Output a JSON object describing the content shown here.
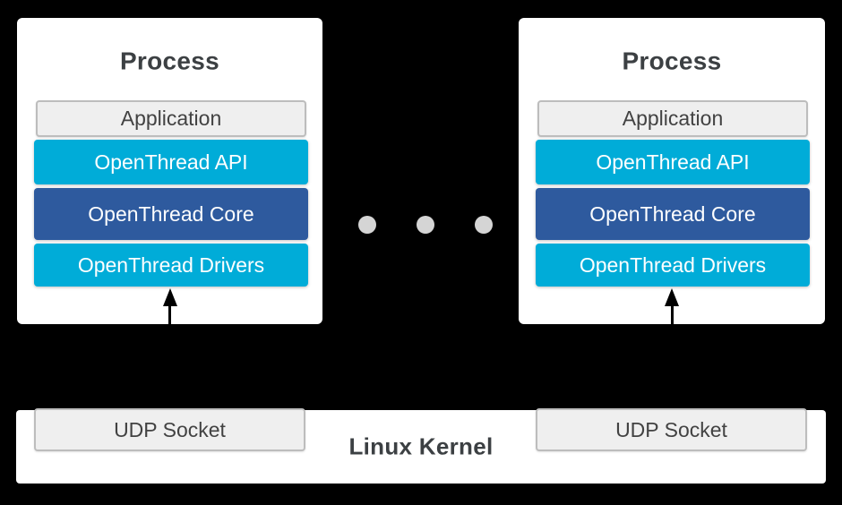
{
  "diagram": {
    "processes": [
      {
        "title": "Process",
        "layers": [
          {
            "label": "Application",
            "kind": "application"
          },
          {
            "label": "OpenThread API",
            "kind": "api"
          },
          {
            "label": "OpenThread Core",
            "kind": "core"
          },
          {
            "label": "OpenThread Drivers",
            "kind": "drivers"
          }
        ]
      },
      {
        "title": "Process",
        "layers": [
          {
            "label": "Application",
            "kind": "application"
          },
          {
            "label": "OpenThread API",
            "kind": "api"
          },
          {
            "label": "OpenThread Core",
            "kind": "core"
          },
          {
            "label": "OpenThread Drivers",
            "kind": "drivers"
          }
        ]
      }
    ],
    "ellipsis_dot_count": 3,
    "kernel": {
      "label": "Linux Kernel",
      "sockets": [
        {
          "label": "UDP Socket"
        },
        {
          "label": "UDP Socket"
        }
      ]
    },
    "colors": {
      "background": "#000000",
      "card": "#ffffff",
      "layer_cyan": "#00acd8",
      "layer_blue": "#2e5a9e",
      "layer_gray_fill": "#efefef",
      "layer_gray_border": "#bdbdbd",
      "title_text": "#3c4043",
      "gray_box_text": "#424242",
      "layer_text": "#ffffff",
      "dot": "#d5d5d5",
      "arrow": "#000000"
    }
  }
}
